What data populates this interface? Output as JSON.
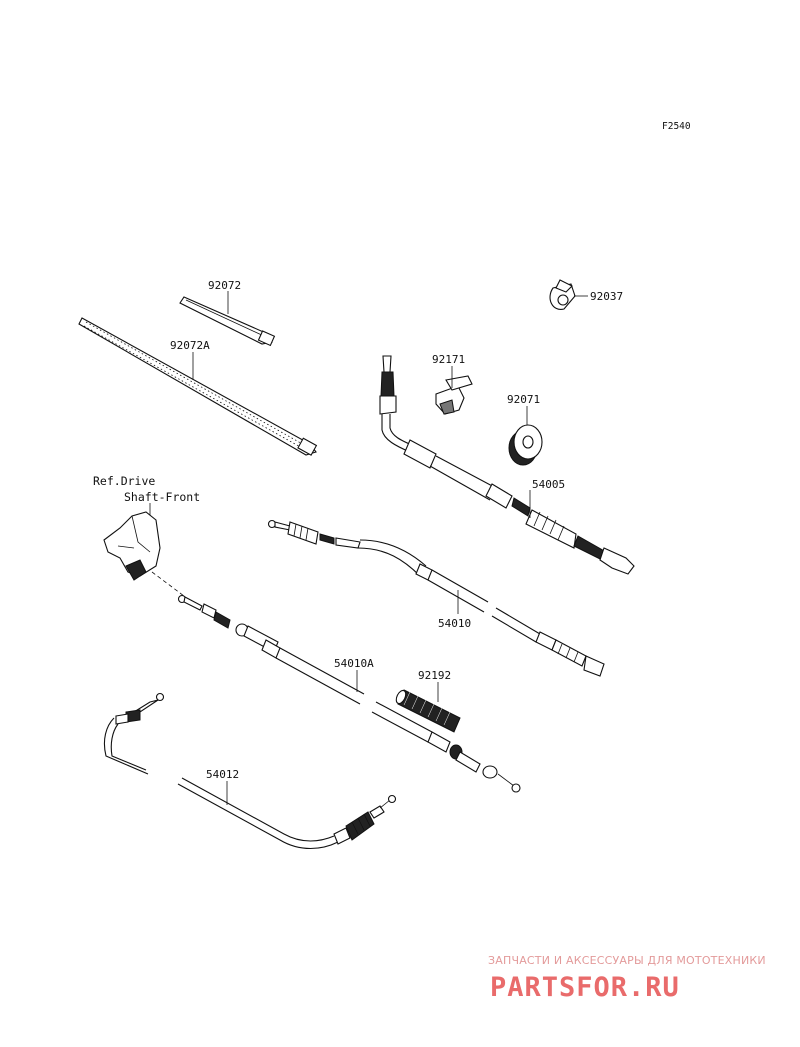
{
  "diagram": {
    "code": "F2540",
    "reference": {
      "line1": "Ref.Drive",
      "line2": "Shaft-Front"
    },
    "labels": {
      "p92072": "92072",
      "p92072A": "92072A",
      "p92037": "92037",
      "p92171": "92171",
      "p92071": "92071",
      "p54005": "54005",
      "p54010": "54010",
      "p54010A": "54010A",
      "p92192": "92192",
      "p54012": "54012"
    }
  },
  "watermark": {
    "tagline": "ЗАПЧАСТИ И АКСЕССУАРЫ ДЛЯ МОТОТЕХНИКИ",
    "logo": "PARTSFOR.RU"
  }
}
